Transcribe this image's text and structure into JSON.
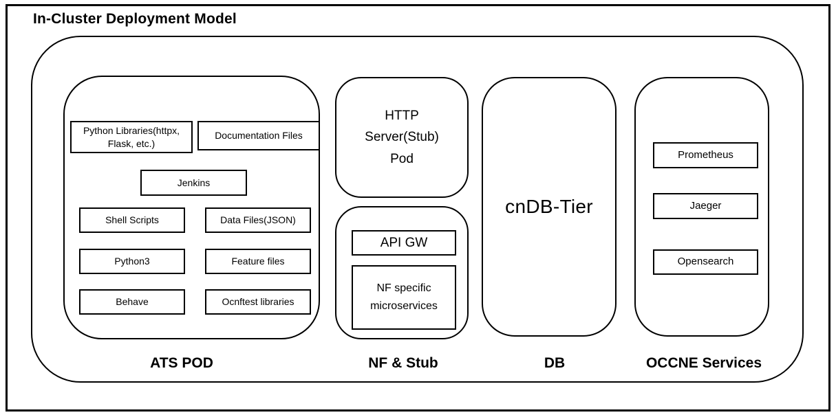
{
  "title": "In-Cluster Deployment Model",
  "ats_pod": {
    "caption": "ATS POD",
    "boxes": {
      "python_libraries": "Python Libraries(httpx, Flask, etc.)",
      "documentation_files": "Documentation Files",
      "jenkins": "Jenkins",
      "shell_scripts": "Shell Scripts",
      "data_files": "Data Files(JSON)",
      "python3": "Python3",
      "feature_files": "Feature files",
      "behave": "Behave",
      "ocnftest_libraries": "Ocnftest libraries"
    }
  },
  "nf_stub": {
    "caption": "NF & Stub",
    "http_pod_lines": [
      "HTTP",
      "Server(Stub)",
      "Pod"
    ],
    "api_gw": "API GW",
    "microservices": "NF specific microservices"
  },
  "db": {
    "caption": "DB",
    "tier": "cnDB-Tier"
  },
  "occne": {
    "caption": "OCCNE Services",
    "boxes": {
      "prometheus": "Prometheus",
      "jaeger": "Jaeger",
      "opensearch": "Opensearch"
    }
  },
  "colors": {
    "line": "#000000",
    "background": "#ffffff",
    "text": "#000000"
  }
}
